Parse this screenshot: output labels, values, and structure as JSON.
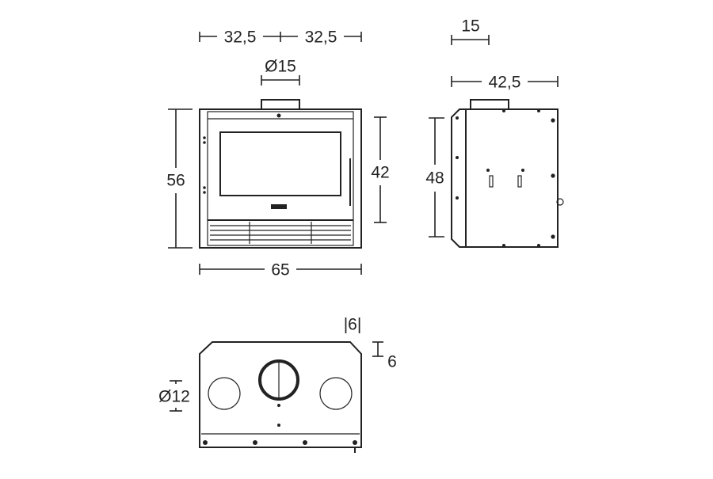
{
  "title": "Fireplace insert dimensional drawing",
  "unit_note": "",
  "front_view": {
    "width_half_left": "32,5",
    "width_half_right": "32,5",
    "flue_diameter": "Ø15",
    "total_height": "56",
    "glass_height": "42",
    "total_width": "65"
  },
  "side_view": {
    "flue_offset": "15",
    "depth": "42,5",
    "body_height": "48"
  },
  "top_view": {
    "flue_setback": "|6|",
    "chamfer": "6",
    "air_duct_diameter": "Ø12"
  },
  "colors": {
    "line": "#222222",
    "background": "#ffffff"
  }
}
